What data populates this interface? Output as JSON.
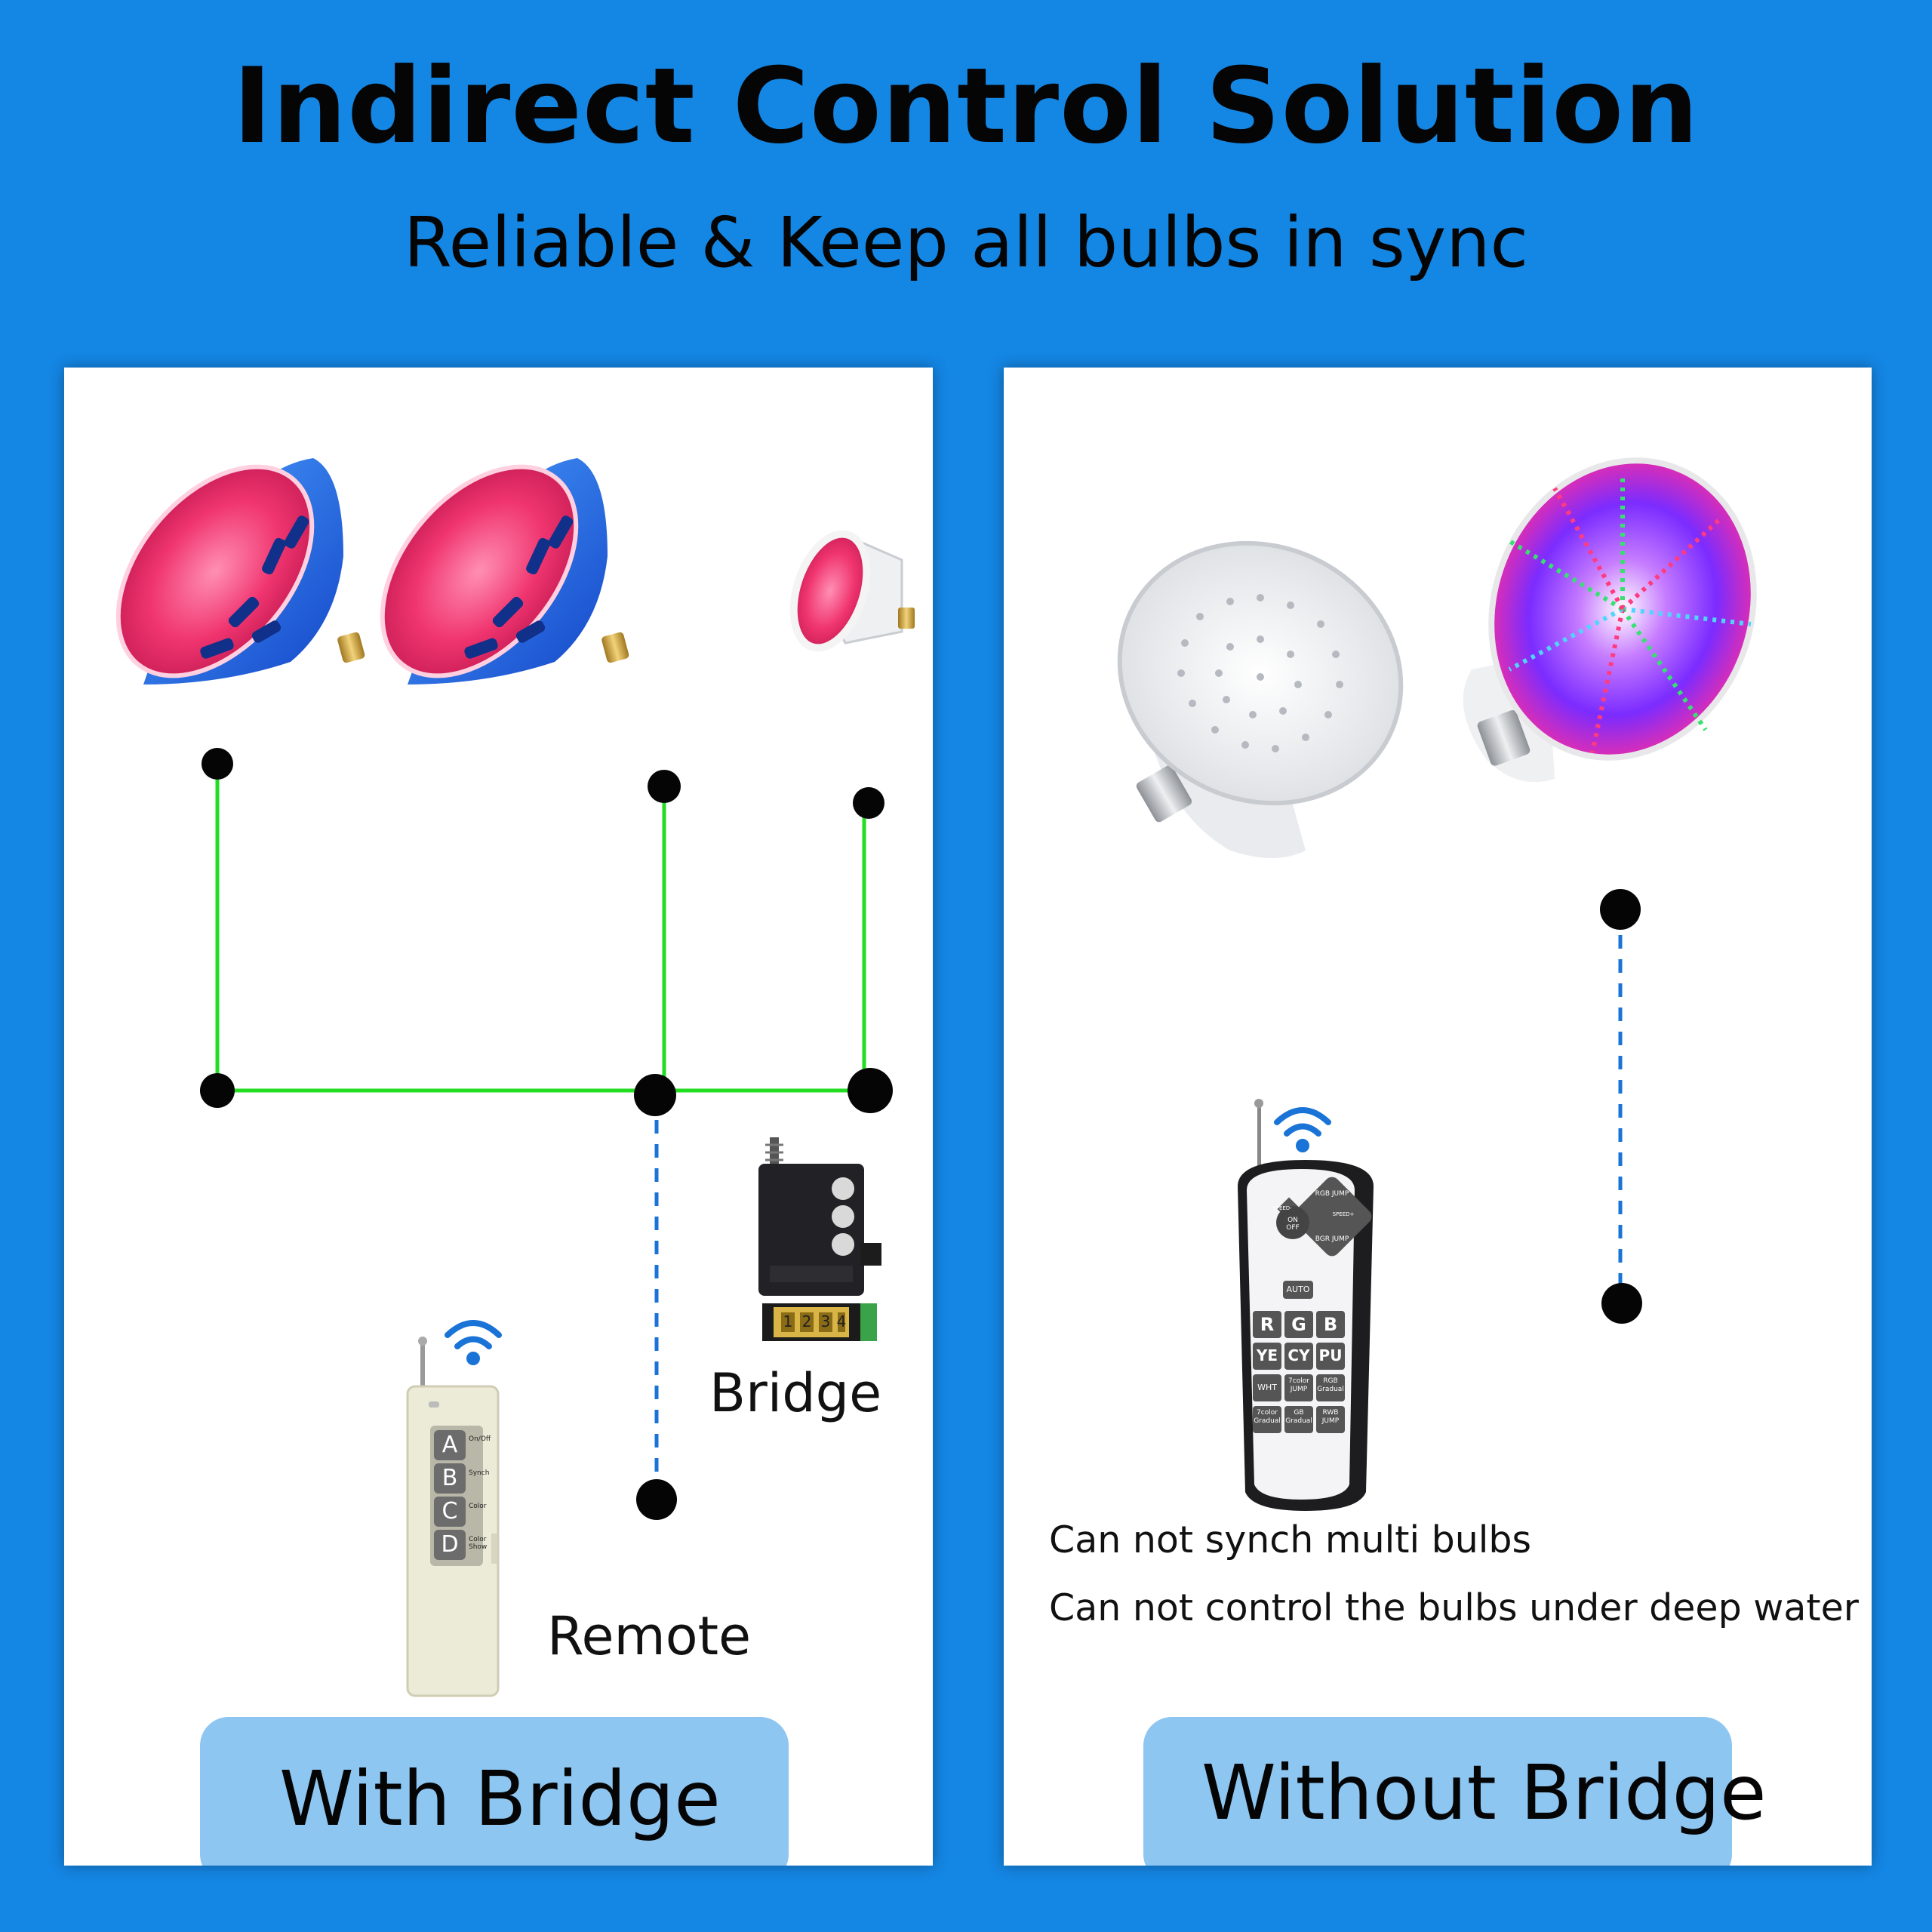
{
  "title": "Indirect Control Solution",
  "subtitle": "Reliable & Keep all bulbs in sync",
  "left_panel": {
    "caption": "With Bridge",
    "bridge_label": "Bridge",
    "remote_label": "Remote",
    "remote_buttons": [
      "A",
      "B",
      "C",
      "D"
    ],
    "remote_button_labels": [
      "On/Off",
      "Synch",
      "Color",
      "Color Show"
    ],
    "bridge_terminals": [
      "1",
      "2",
      "3",
      "4"
    ]
  },
  "right_panel": {
    "caption": "Without Bridge",
    "notes": [
      "Can not synch multi bulbs",
      "Can not  control the bulbs under deep water"
    ],
    "remote_keys": {
      "top": "RGB JUMP",
      "left": "SPEED-",
      "center": "ON OFF",
      "right": "SPEED+",
      "bottom": "BGR JUMP",
      "auto": "AUTO",
      "row1": [
        "R",
        "G",
        "B"
      ],
      "row2": [
        "YE",
        "CY",
        "PU"
      ],
      "row3": [
        "WHT",
        "7color JUMP",
        "RGB Gradual"
      ],
      "row4": [
        "7color Gradual",
        "GB Gradual",
        "RWB JUMP"
      ]
    }
  },
  "colors": {
    "background": "#1486e4",
    "wire_green": "#22dd22",
    "wireless_blue": "#1a73d6",
    "caption_box": "#8ec6f2"
  }
}
